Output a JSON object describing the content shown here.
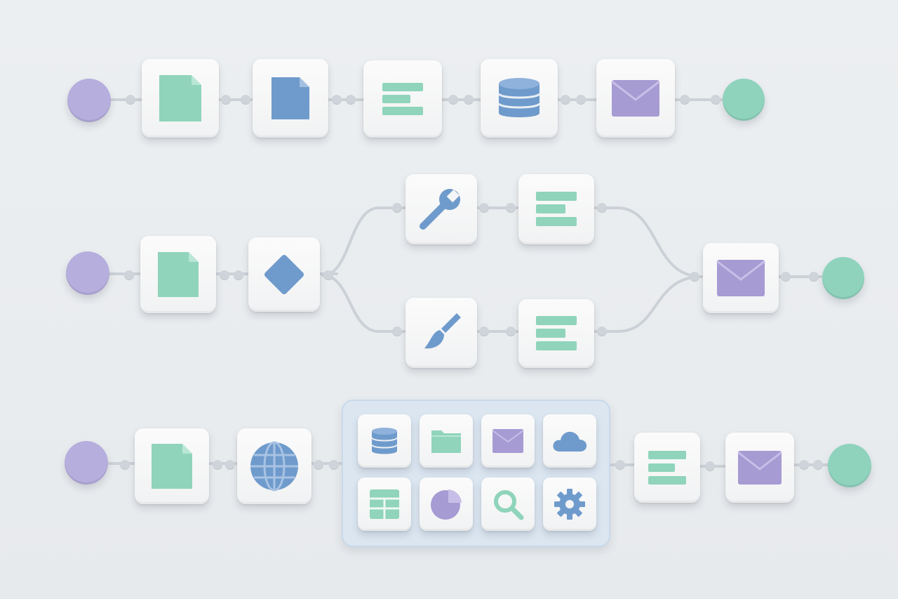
{
  "colors": {
    "start_terminal": "#b6aedd",
    "end_terminal": "#8fd3bd",
    "mint": "#8fd4bb",
    "blue": "#6f9bcc",
    "lavender": "#a79bd3",
    "wire": "#cbd1d7",
    "group_bg": "#dbe6f1"
  },
  "flows": [
    {
      "name": "linear-flow",
      "nodes": [
        "document-icon",
        "file-icon",
        "list-icon",
        "database-icon",
        "mail-icon"
      ]
    },
    {
      "name": "branching-flow",
      "nodes": [
        "document-icon",
        "decision-diamond-icon"
      ],
      "branches": [
        [
          "wrench-icon",
          "list-icon"
        ],
        [
          "brush-icon",
          "list-icon"
        ]
      ],
      "merge": [
        "mail-icon"
      ]
    },
    {
      "name": "grouped-flow",
      "nodes": [
        "document-icon",
        "globe-icon"
      ],
      "group": [
        "database-icon",
        "folder-icon",
        "mail-icon",
        "cloud-icon",
        "table-icon",
        "pie-chart-icon",
        "search-icon",
        "gear-icon"
      ],
      "after": [
        "list-icon",
        "mail-icon"
      ]
    }
  ]
}
